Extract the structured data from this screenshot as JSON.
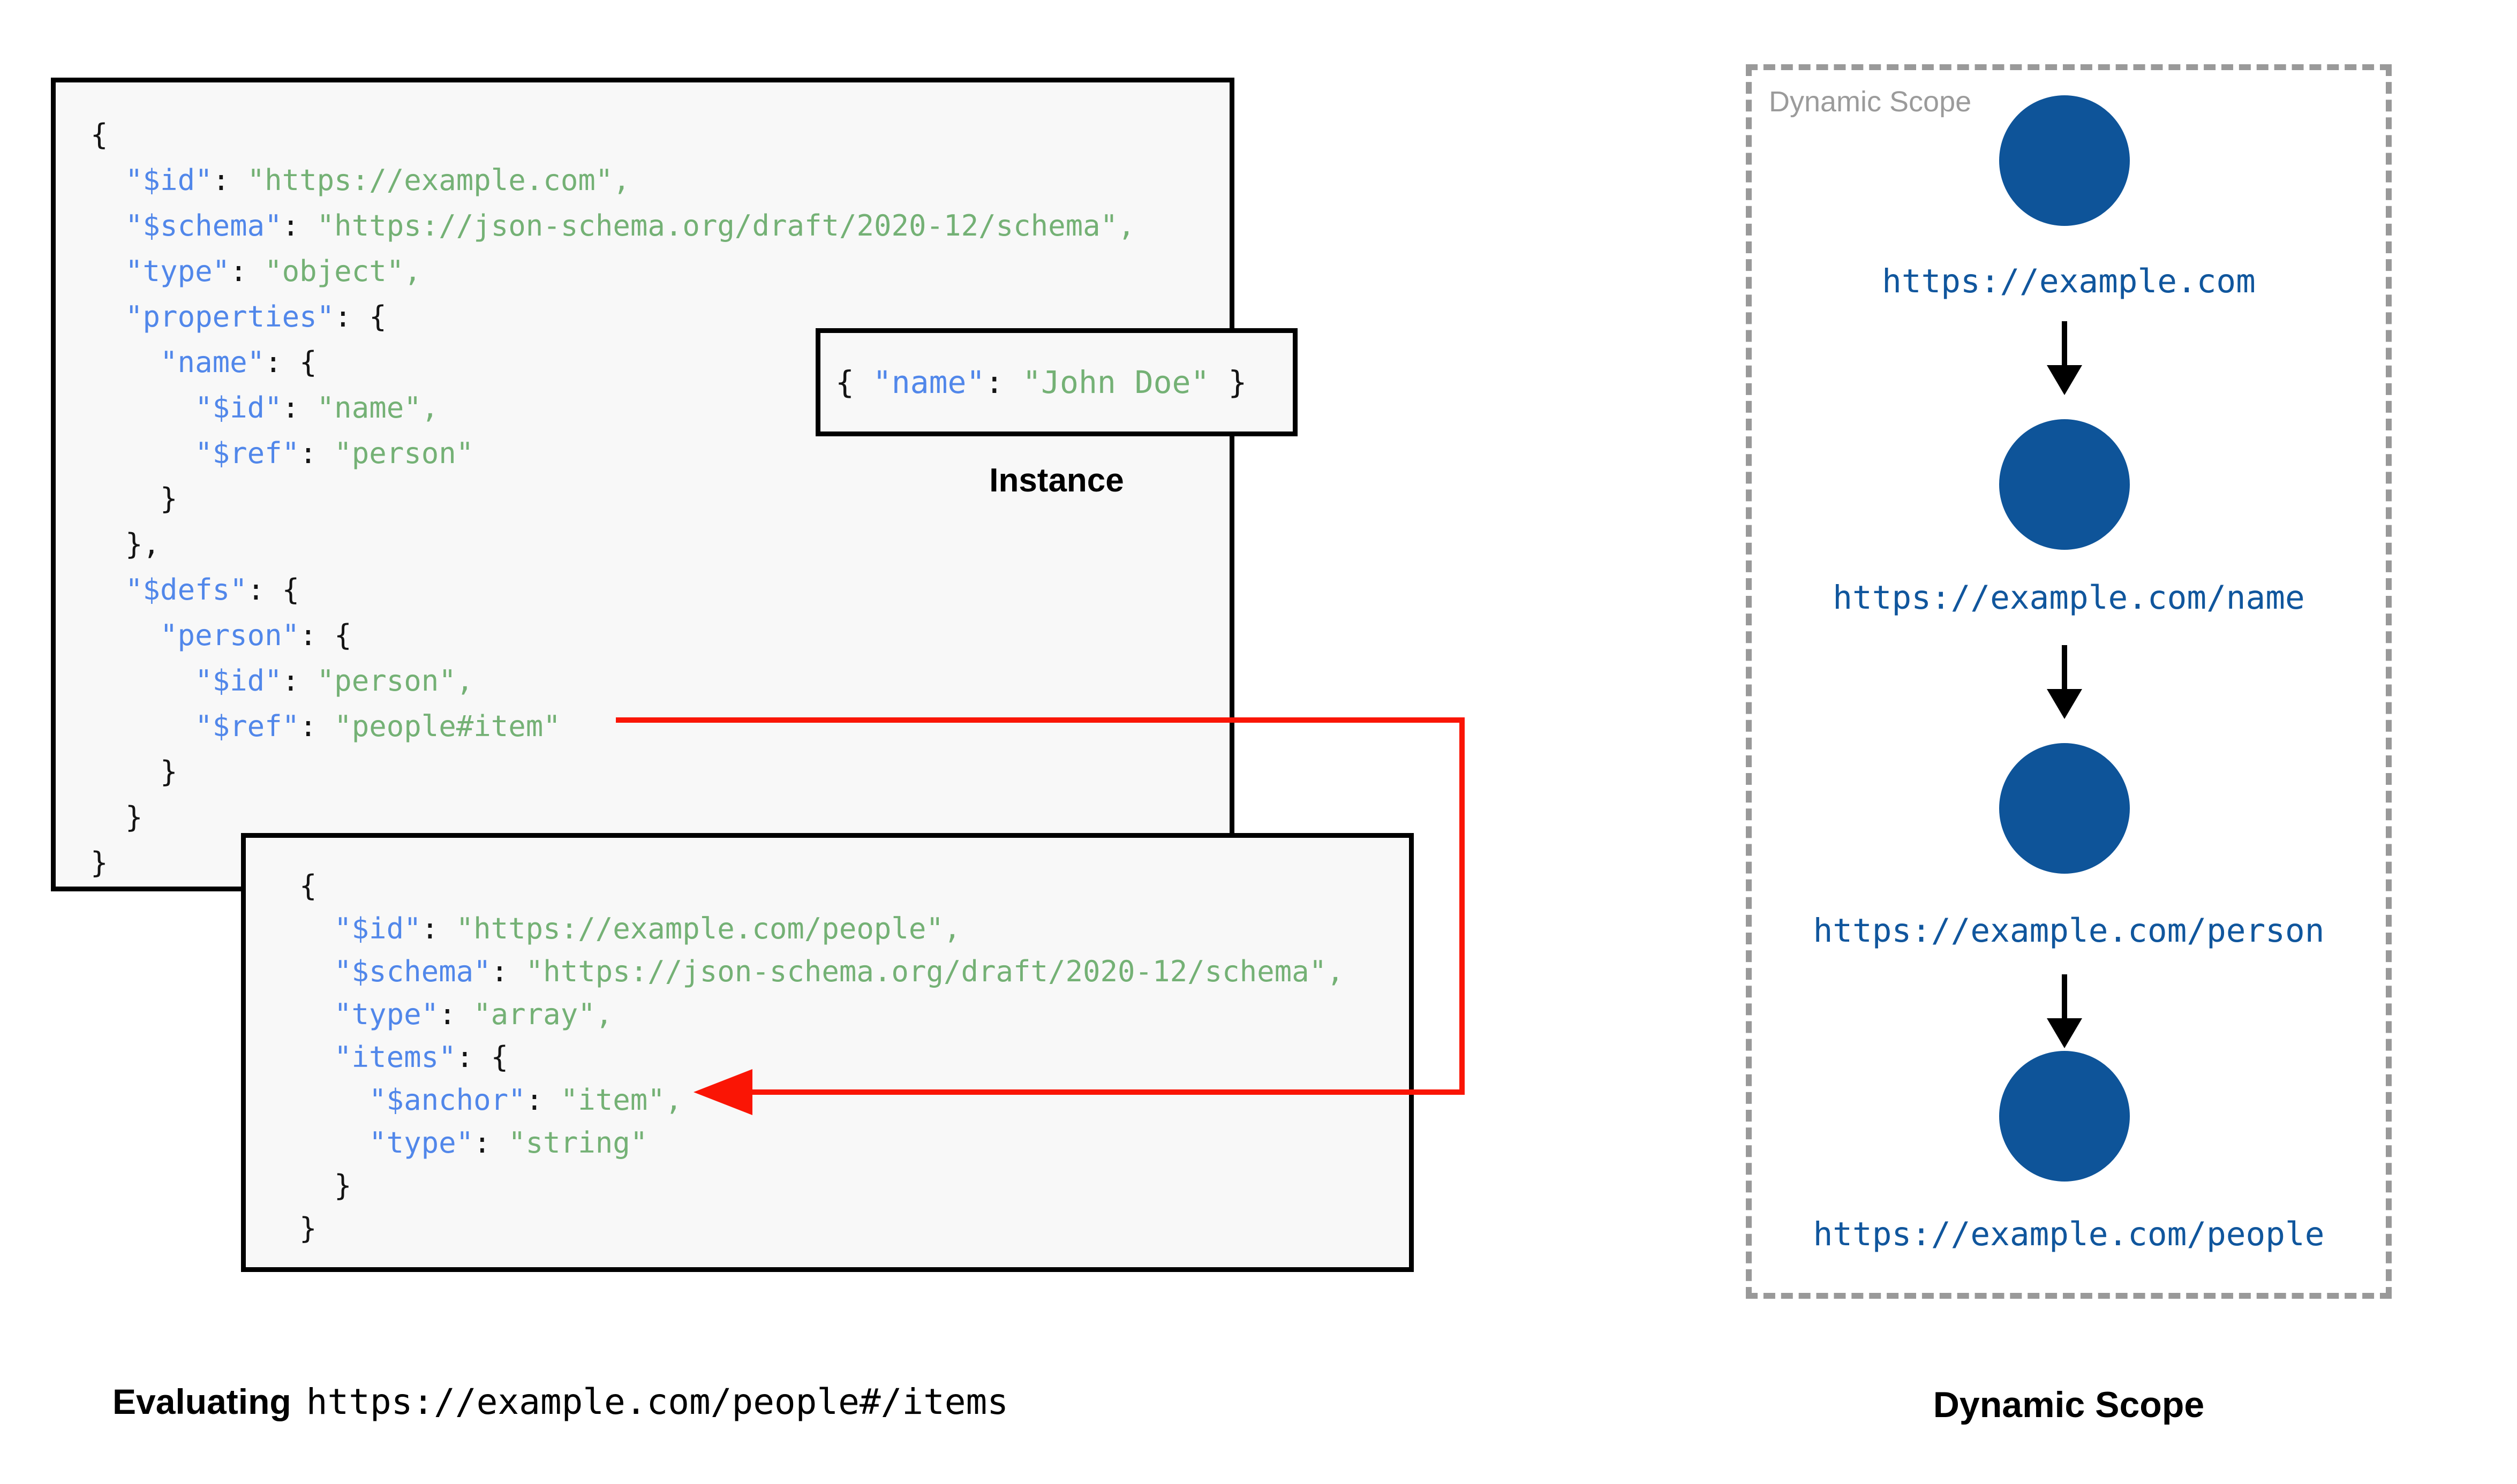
{
  "colors": {
    "key": "#5187EA",
    "string": "#74B175",
    "punct": "#141414",
    "node": "#0E5499",
    "url_text": "#10569D",
    "arrow_red": "#FA1505",
    "box_fill": "#F8F8F8",
    "box_border": "#000000",
    "scope_border": "#999999",
    "scope_label": "#9B9B9B"
  },
  "schema_main": {
    "lines": [
      [
        {
          "c": "pun",
          "t": "{"
        }
      ],
      [
        {
          "c": "pun",
          "t": "  "
        },
        {
          "c": "key",
          "t": "\"$id\""
        },
        {
          "c": "pun",
          "t": ": "
        },
        {
          "c": "str",
          "t": "\"https://example.com\","
        }
      ],
      [
        {
          "c": "pun",
          "t": "  "
        },
        {
          "c": "key",
          "t": "\"$schema\""
        },
        {
          "c": "pun",
          "t": ": "
        },
        {
          "c": "str",
          "t": "\"https://json-schema.org/draft/2020-12/schema\","
        }
      ],
      [
        {
          "c": "pun",
          "t": "  "
        },
        {
          "c": "key",
          "t": "\"type\""
        },
        {
          "c": "pun",
          "t": ": "
        },
        {
          "c": "str",
          "t": "\"object\","
        }
      ],
      [
        {
          "c": "pun",
          "t": "  "
        },
        {
          "c": "key",
          "t": "\"properties\""
        },
        {
          "c": "pun",
          "t": ": {"
        }
      ],
      [
        {
          "c": "pun",
          "t": "    "
        },
        {
          "c": "key",
          "t": "\"name\""
        },
        {
          "c": "pun",
          "t": ": {"
        }
      ],
      [
        {
          "c": "pun",
          "t": "      "
        },
        {
          "c": "key",
          "t": "\"$id\""
        },
        {
          "c": "pun",
          "t": ": "
        },
        {
          "c": "str",
          "t": "\"name\","
        }
      ],
      [
        {
          "c": "pun",
          "t": "      "
        },
        {
          "c": "key",
          "t": "\"$ref\""
        },
        {
          "c": "pun",
          "t": ": "
        },
        {
          "c": "str",
          "t": "\"person\""
        }
      ],
      [
        {
          "c": "pun",
          "t": "    }"
        }
      ],
      [
        {
          "c": "pun",
          "t": "  },"
        }
      ],
      [
        {
          "c": "pun",
          "t": "  "
        },
        {
          "c": "key",
          "t": "\"$defs\""
        },
        {
          "c": "pun",
          "t": ": {"
        }
      ],
      [
        {
          "c": "pun",
          "t": "    "
        },
        {
          "c": "key",
          "t": "\"person\""
        },
        {
          "c": "pun",
          "t": ": {"
        }
      ],
      [
        {
          "c": "pun",
          "t": "      "
        },
        {
          "c": "key",
          "t": "\"$id\""
        },
        {
          "c": "pun",
          "t": ": "
        },
        {
          "c": "str",
          "t": "\"person\","
        }
      ],
      [
        {
          "c": "pun",
          "t": "      "
        },
        {
          "c": "key",
          "t": "\"$ref\""
        },
        {
          "c": "pun",
          "t": ": "
        },
        {
          "c": "str",
          "t": "\"people#item\""
        }
      ],
      [
        {
          "c": "pun",
          "t": "    }"
        }
      ],
      [
        {
          "c": "pun",
          "t": "  }"
        }
      ],
      [
        {
          "c": "pun",
          "t": "}"
        }
      ]
    ]
  },
  "schema_people": {
    "lines": [
      [
        {
          "c": "pun",
          "t": "{"
        }
      ],
      [
        {
          "c": "pun",
          "t": "  "
        },
        {
          "c": "key",
          "t": "\"$id\""
        },
        {
          "c": "pun",
          "t": ": "
        },
        {
          "c": "str",
          "t": "\"https://example.com/people\","
        }
      ],
      [
        {
          "c": "pun",
          "t": "  "
        },
        {
          "c": "key",
          "t": "\"$schema\""
        },
        {
          "c": "pun",
          "t": ": "
        },
        {
          "c": "str",
          "t": "\"https://json-schema.org/draft/2020-12/schema\","
        }
      ],
      [
        {
          "c": "pun",
          "t": "  "
        },
        {
          "c": "key",
          "t": "\"type\""
        },
        {
          "c": "pun",
          "t": ": "
        },
        {
          "c": "str",
          "t": "\"array\","
        }
      ],
      [
        {
          "c": "pun",
          "t": "  "
        },
        {
          "c": "key",
          "t": "\"items\""
        },
        {
          "c": "pun",
          "t": ": {"
        }
      ],
      [
        {
          "c": "pun",
          "t": "    "
        },
        {
          "c": "key",
          "t": "\"$anchor\""
        },
        {
          "c": "pun",
          "t": ": "
        },
        {
          "c": "str",
          "t": "\"item\","
        }
      ],
      [
        {
          "c": "pun",
          "t": "    "
        },
        {
          "c": "key",
          "t": "\"type\""
        },
        {
          "c": "pun",
          "t": ": "
        },
        {
          "c": "str",
          "t": "\"string\""
        }
      ],
      [
        {
          "c": "pun",
          "t": "  }"
        }
      ],
      [
        {
          "c": "pun",
          "t": "}"
        }
      ]
    ]
  },
  "instance": {
    "label": "Instance",
    "lines": [
      [
        {
          "c": "pun",
          "t": "{ "
        },
        {
          "c": "key",
          "t": "\"name\""
        },
        {
          "c": "pun",
          "t": ": "
        },
        {
          "c": "str",
          "t": "\"John Doe\""
        },
        {
          "c": "pun",
          "t": " }"
        }
      ]
    ]
  },
  "dynamic_scope": {
    "label": "Dynamic Scope",
    "caption": "Dynamic Scope",
    "nodes": [
      {
        "url": "https://example.com"
      },
      {
        "url": "https://example.com/name"
      },
      {
        "url": "https://example.com/person"
      },
      {
        "url": "https://example.com/people"
      }
    ]
  },
  "evaluating": {
    "prefix": "Evaluating",
    "uri": "https://example.com/people#/items"
  }
}
